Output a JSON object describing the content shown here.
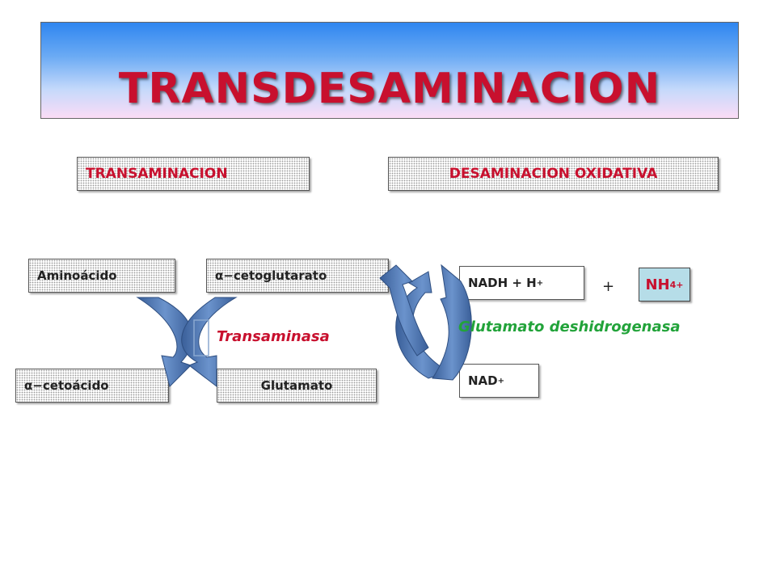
{
  "title": "TRANSDESAMINACION",
  "sections": {
    "left": "TRANSAMINACION",
    "right": "DESAMINACION OXIDATIVA"
  },
  "transamination": {
    "amino_acid": "Aminoácido",
    "alpha_ketoglutarate": "α−cetoglutarato",
    "alpha_ketoacid": "α−cetoácido",
    "glutamate": "Glutamato",
    "enzyme": "Transaminasa"
  },
  "oxidative": {
    "nadh": "NADH + H",
    "nadh_sup": "+",
    "nad": "NAD",
    "nad_sup": "+",
    "plus": "+",
    "ammonium": "NH",
    "ammonium_sub": "4",
    "ammonium_sup": "+",
    "enzyme": "Glutamato deshidrogenasa"
  },
  "colors": {
    "title": "#c8102e",
    "enzyme_left": "#c8102e",
    "enzyme_right": "#22a33a",
    "arrow": "#4a73b0",
    "ammonium_box": "#b6dde8"
  }
}
